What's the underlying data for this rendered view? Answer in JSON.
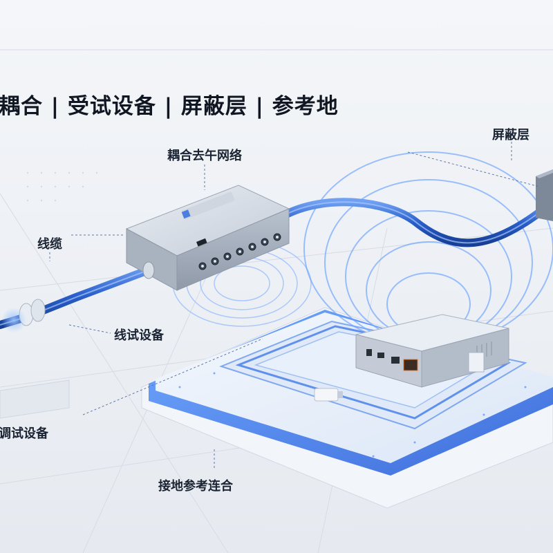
{
  "title": "耦合 | 受试设备 | 屏蔽层 | 参考地",
  "labels": {
    "coupling_network": "耦合去午网络",
    "shield": "屏蔽层",
    "cable": "线缆",
    "test_device": "线试设备",
    "tuning_device": "调试设备",
    "ground_reference": "接地参考连合"
  },
  "colors": {
    "background": "#eef1f5",
    "accent_blue": "#2f6fe0",
    "cable_blue": "#2a5fc9",
    "device_silver": "#c9d0db"
  }
}
